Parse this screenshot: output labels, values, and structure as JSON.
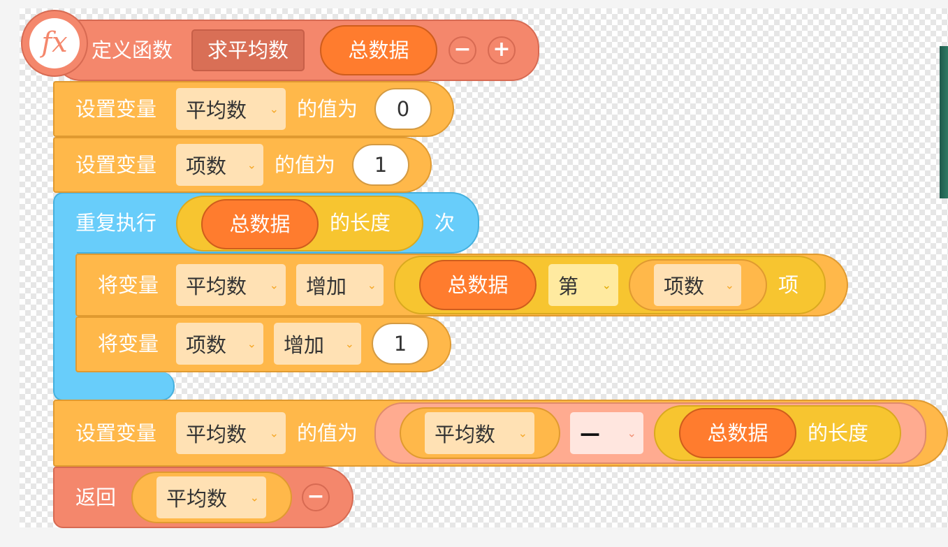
{
  "define_block": {
    "keyword": "定义函数",
    "function_name": "求平均数",
    "param": "总数据",
    "minus_label": "−",
    "plus_label": "+",
    "icon_label": "fx"
  },
  "set1": {
    "keyword": "设置变量",
    "variable": "平均数",
    "value_label": "的值为",
    "value": "0"
  },
  "set2": {
    "keyword": "设置变量",
    "variable": "项数",
    "value_label": "的值为",
    "value": "1"
  },
  "repeat": {
    "keyword": "重复执行",
    "list": "总数据",
    "length_label": "的长度",
    "times_label": "次"
  },
  "change1": {
    "keyword": "将变量",
    "variable": "平均数",
    "op": "增加",
    "list": "总数据",
    "index_word": "第",
    "index_var": "项数",
    "item_word": "项"
  },
  "change2": {
    "keyword": "将变量",
    "variable": "项数",
    "op": "增加",
    "value": "1"
  },
  "set3": {
    "keyword": "设置变量",
    "variable": "平均数",
    "value_label": "的值为",
    "left_var": "平均数",
    "operator": "—",
    "list": "总数据",
    "length_label": "的长度"
  },
  "return_block": {
    "keyword": "返回",
    "value": "平均数",
    "minus_label": "−"
  },
  "dropdown_glyph": "⌄",
  "colors": {
    "function_block": "#f4876c",
    "variable_block": "#ffb84a",
    "control_block": "#68cdfa",
    "list_reporter": "#ff7c2e",
    "operator_reporter": "#f7c530"
  }
}
